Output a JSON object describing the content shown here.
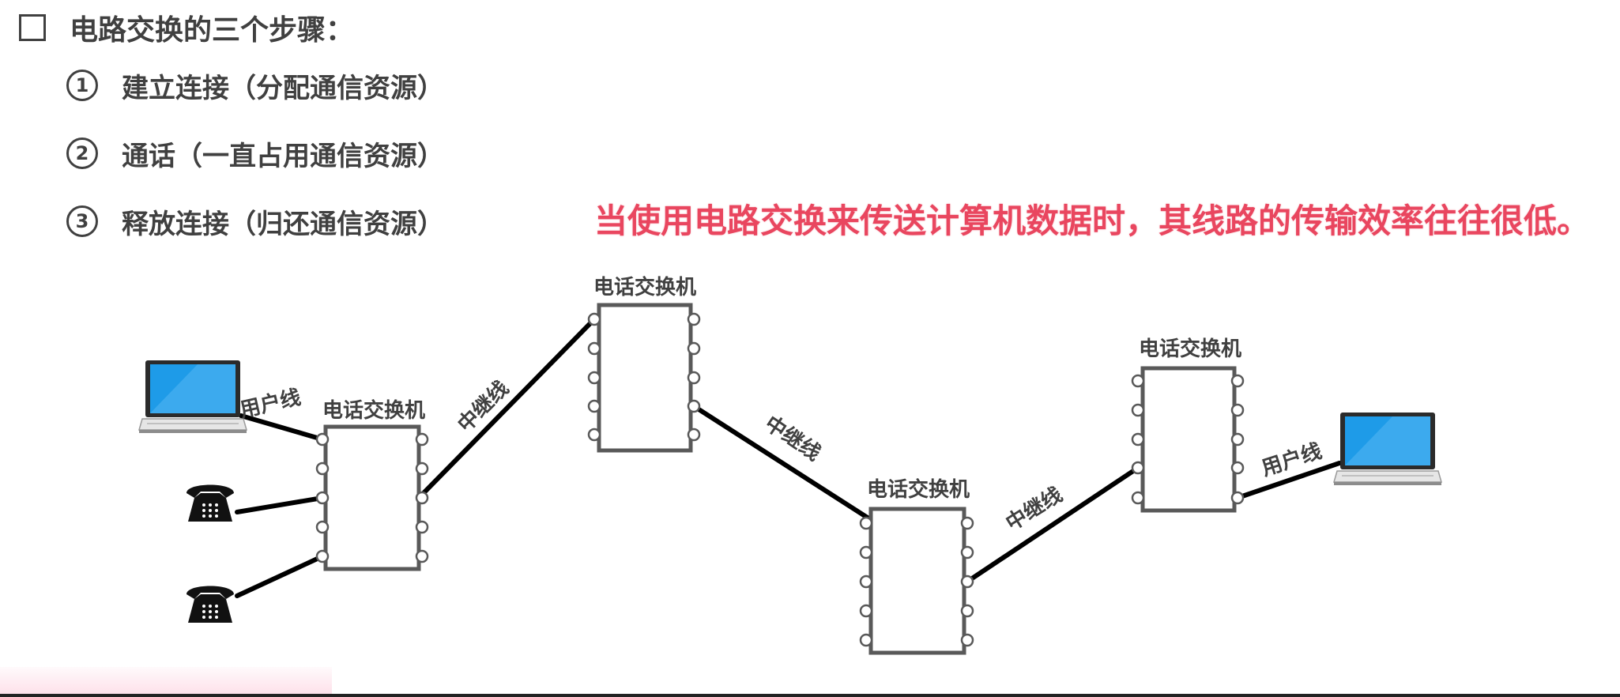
{
  "heading": "电路交换的三个步骤：",
  "steps": [
    {
      "num": "1",
      "text": "建立连接（分配通信资源）"
    },
    {
      "num": "2",
      "text": "通话（一直占用通信资源）"
    },
    {
      "num": "3",
      "text": "释放连接（归还通信资源）"
    }
  ],
  "note": "当使用电路交换来传送计算机数据时，其线路的传输效率往往很低。",
  "diagram": {
    "switch_label": "电话交换机",
    "trunk_label": "中继线",
    "user_line_label": "用户线",
    "colors": {
      "note": "#e9465f",
      "line": "#000000",
      "switch_border": "#555555",
      "screen": "#1e9be8"
    }
  }
}
